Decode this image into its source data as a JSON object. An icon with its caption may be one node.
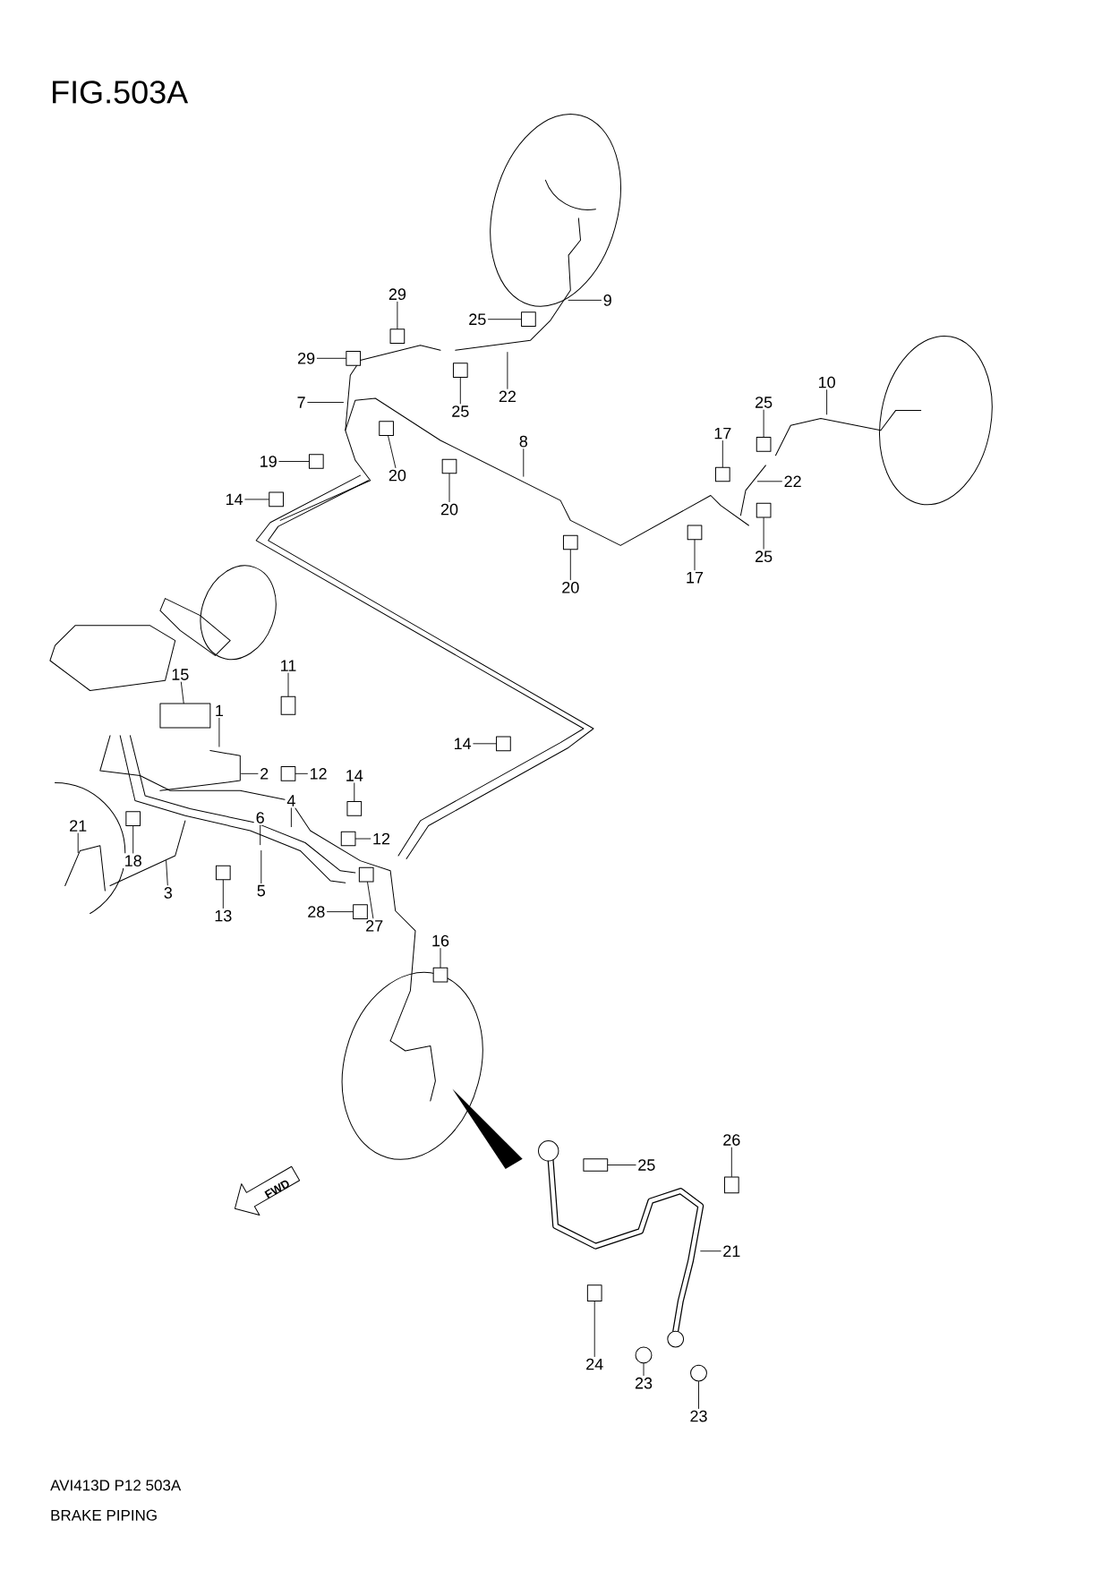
{
  "diagram": {
    "title": "FIG.503A",
    "nodes": [
      {
        "text": [
          "29"
        ]
      },
      {
        "text": [
          "29"
        ]
      },
      {
        "text": [
          "25"
        ]
      },
      {
        "text": [
          "9"
        ]
      },
      {
        "text": [
          "22"
        ]
      },
      {
        "text": [
          "25"
        ]
      },
      {
        "text": [
          "7"
        ]
      },
      {
        "text": [
          "10"
        ]
      },
      {
        "text": [
          "25"
        ]
      },
      {
        "text": [
          "8"
        ]
      },
      {
        "text": [
          "17"
        ]
      },
      {
        "text": [
          "22"
        ]
      },
      {
        "text": [
          "19"
        ]
      },
      {
        "text": [
          "20"
        ]
      },
      {
        "text": [
          "14"
        ]
      },
      {
        "text": [
          "20"
        ]
      },
      {
        "text": [
          "25"
        ]
      },
      {
        "text": [
          "20"
        ]
      },
      {
        "text": [
          "17"
        ]
      },
      {
        "text": [
          "11"
        ]
      },
      {
        "text": [
          "15"
        ]
      },
      {
        "text": [
          "1"
        ]
      },
      {
        "text": [
          "14"
        ]
      },
      {
        "text": [
          "2"
        ]
      },
      {
        "text": [
          "12"
        ]
      },
      {
        "text": [
          "14"
        ]
      },
      {
        "text": [
          "4"
        ]
      },
      {
        "text": [
          "21"
        ]
      },
      {
        "text": [
          "6"
        ]
      },
      {
        "text": [
          "12"
        ]
      },
      {
        "text": [
          "18"
        ]
      },
      {
        "text": [
          "3"
        ]
      },
      {
        "text": [
          "5"
        ]
      },
      {
        "text": [
          "13"
        ]
      },
      {
        "text": [
          "28"
        ]
      },
      {
        "text": [
          "27"
        ]
      },
      {
        "text": [
          "16"
        ]
      },
      {
        "text": [
          "26"
        ]
      },
      {
        "text": [
          "25"
        ]
      },
      {
        "text": [
          "21"
        ]
      },
      {
        "text": [
          "24"
        ]
      },
      {
        "text": [
          "23"
        ]
      },
      {
        "text": [
          "23"
        ]
      },
      {
        "text": [],
        "shape": "box"
      },
      {
        "text": [],
        "shape": "box"
      },
      {
        "text": [],
        "shape": "box"
      },
      {
        "text": [],
        "shape": "box"
      },
      {
        "text": [],
        "shape": "box"
      },
      {
        "text": [],
        "shape": "box"
      },
      {
        "text": [],
        "shape": "box"
      },
      {
        "text": [],
        "shape": "box"
      },
      {
        "text": [],
        "shape": "box"
      },
      {
        "text": [],
        "shape": "box"
      },
      {
        "text": [],
        "shape": "box"
      },
      {
        "text": [],
        "shape": "box"
      },
      {
        "text": [],
        "shape": "box"
      },
      {
        "text": [],
        "shape": "box"
      },
      {
        "text": [],
        "shape": "box"
      },
      {
        "text": [],
        "shape": "box"
      },
      {
        "text": [],
        "shape": "box"
      },
      {
        "text": [],
        "shape": "box"
      },
      {
        "text": [],
        "shape": "box"
      },
      {
        "text": [],
        "shape": "box"
      },
      {
        "text": [],
        "shape": "box"
      },
      {
        "text": [],
        "shape": "box"
      },
      {
        "text": [],
        "shape": "box"
      },
      {
        "text": [],
        "shape": "box"
      },
      {
        "text": [],
        "shape": "box"
      },
      {
        "text": [],
        "shape": "box"
      },
      {
        "text": [],
        "shape": "box"
      },
      {
        "text": [],
        "shape": "circle"
      },
      {
        "text": [],
        "shape": "circle"
      }
    ],
    "edges": [
      {
        "from": 0,
        "to": 43,
        "arrow": "none"
      },
      {
        "from": 1,
        "to": 44,
        "arrow": "none"
      },
      {
        "from": 2,
        "to": 45,
        "arrow": "none"
      },
      {
        "from": 3,
        "to": null,
        "arrow": "none"
      },
      {
        "from": 4,
        "to": null,
        "arrow": "none"
      },
      {
        "from": 5,
        "to": 46,
        "arrow": "none"
      },
      {
        "from": 6,
        "to": null,
        "arrow": "none"
      },
      {
        "from": 7,
        "to": null,
        "arrow": "none"
      },
      {
        "from": 8,
        "to": 47,
        "arrow": "none"
      },
      {
        "from": 9,
        "to": null,
        "arrow": "none"
      },
      {
        "from": 10,
        "to": 48,
        "arrow": "none"
      },
      {
        "from": 11,
        "to": null,
        "arrow": "none"
      },
      {
        "from": 12,
        "to": 49,
        "arrow": "none"
      },
      {
        "from": 13,
        "to": 50,
        "arrow": "none"
      },
      {
        "from": 14,
        "to": 51,
        "arrow": "none"
      },
      {
        "from": 15,
        "to": 52,
        "arrow": "none"
      },
      {
        "from": 16,
        "to": 53,
        "arrow": "none"
      },
      {
        "from": 17,
        "to": 54,
        "arrow": "none"
      },
      {
        "from": 18,
        "to": 55,
        "arrow": "none"
      },
      {
        "from": 19,
        "to": 56,
        "arrow": "none"
      },
      {
        "from": 20,
        "to": 57,
        "arrow": "none"
      },
      {
        "from": 21,
        "to": null,
        "arrow": "none"
      },
      {
        "from": 22,
        "to": 58,
        "arrow": "none"
      },
      {
        "from": 23,
        "to": null,
        "arrow": "none"
      },
      {
        "from": 24,
        "to": 59,
        "arrow": "none"
      },
      {
        "from": 25,
        "to": 60,
        "arrow": "none"
      },
      {
        "from": 26,
        "to": null,
        "arrow": "none"
      },
      {
        "from": 27,
        "to": null,
        "arrow": "none"
      },
      {
        "from": 28,
        "to": null,
        "arrow": "none"
      },
      {
        "from": 29,
        "to": 61,
        "arrow": "none"
      },
      {
        "from": 30,
        "to": 62,
        "arrow": "none"
      },
      {
        "from": 31,
        "to": null,
        "arrow": "none"
      },
      {
        "from": 32,
        "to": null,
        "arrow": "none"
      },
      {
        "from": 33,
        "to": 63,
        "arrow": "none"
      },
      {
        "from": 34,
        "to": 64,
        "arrow": "none"
      },
      {
        "from": 35,
        "to": 65,
        "arrow": "none"
      },
      {
        "from": 36,
        "to": 66,
        "arrow": "none"
      },
      {
        "from": 37,
        "to": 67,
        "arrow": "none"
      },
      {
        "from": 38,
        "to": 68,
        "arrow": "none"
      },
      {
        "from": 39,
        "to": null,
        "arrow": "none"
      },
      {
        "from": 40,
        "to": 69,
        "arrow": "none"
      },
      {
        "from": 41,
        "to": 70,
        "arrow": "none"
      },
      {
        "from": 42,
        "to": 71,
        "arrow": "none"
      }
    ],
    "labels": [
      "FWD",
      "AVI413D P12 503A",
      "BRAKE PIPING"
    ]
  }
}
